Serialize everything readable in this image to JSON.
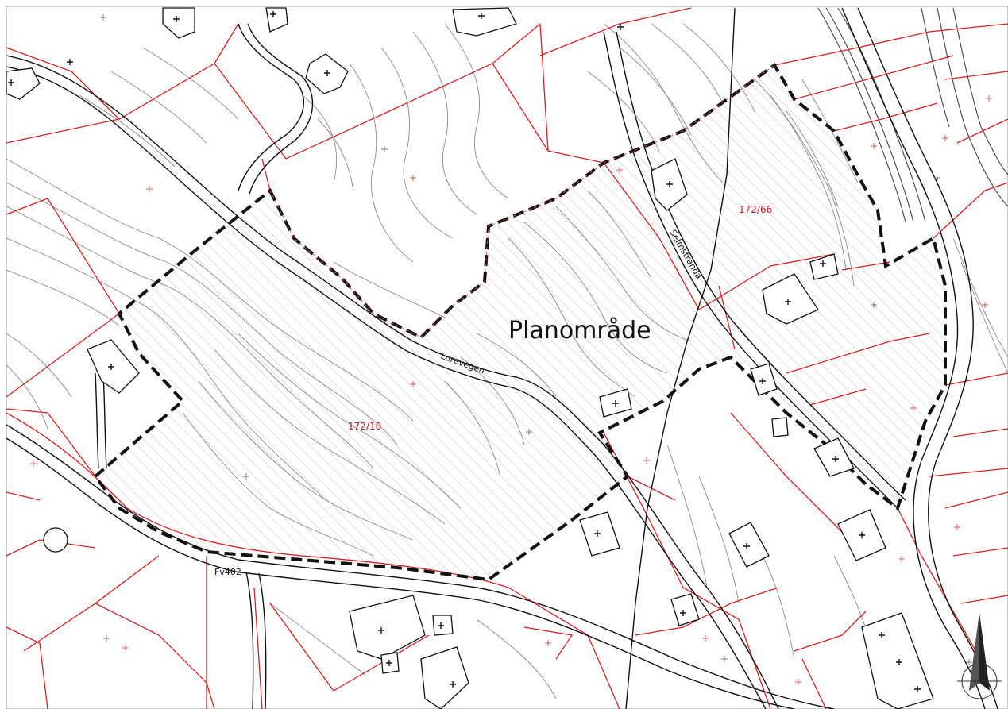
{
  "map": {
    "plan_area_label": "Planområde",
    "parcels": [
      {
        "id": "172/10"
      },
      {
        "id": "172/66"
      }
    ],
    "roads": [
      {
        "name": "Lurevegen"
      },
      {
        "name": "Selmstranda"
      },
      {
        "name": "Fv402"
      }
    ],
    "north_arrow": {
      "icon": "north-arrow-icon"
    },
    "colors": {
      "parcel_lines": "#d42020",
      "plan_border": "#111111",
      "contours": "#8a8a8a",
      "hatch": "#bdbdbd"
    }
  }
}
